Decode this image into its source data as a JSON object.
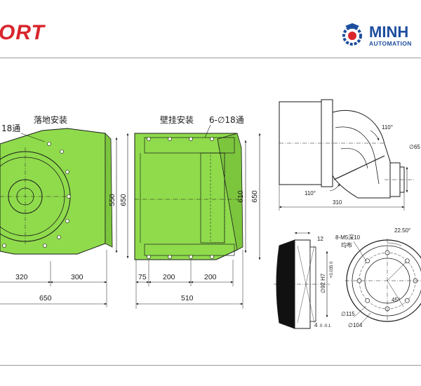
{
  "header": {
    "brand_left": "ORT",
    "brand_right_name": "MINH",
    "brand_right_sub": "AUTOMATION"
  },
  "floor_view": {
    "title": "落地安装",
    "hole_label": "18通",
    "dims": {
      "d320": "320",
      "d300": "300",
      "total": "650",
      "h550": "550",
      "h650": "650"
    }
  },
  "wall_view": {
    "title": "壁挂安装",
    "hole_label": "6-∅18通",
    "dims": {
      "d75": "75",
      "d200a": "200",
      "d200b": "200",
      "total": "510",
      "h610": "610",
      "h650": "650"
    }
  },
  "side_view": {
    "angle_top": "110°",
    "angle_bottom": "110°",
    "width": "310",
    "dia_right": "∅65"
  },
  "flange_side": {
    "width": "12",
    "dia_bore": "∅92 H7",
    "tol": "+0.035 0",
    "depth": "4",
    "depth_tol": "0 -0.1"
  },
  "flange_front": {
    "holes": "8-M5深10",
    "holes_note": "均布",
    "angle1": "22.50°",
    "angle2": "45°",
    "dia_outer": "∅115",
    "dia_inner": "∅104"
  },
  "colors": {
    "body_green": "#8fdb4c",
    "line": "#1a1a1a",
    "brand_red": "#d8262c",
    "brand_blue": "#1d4e9e"
  }
}
